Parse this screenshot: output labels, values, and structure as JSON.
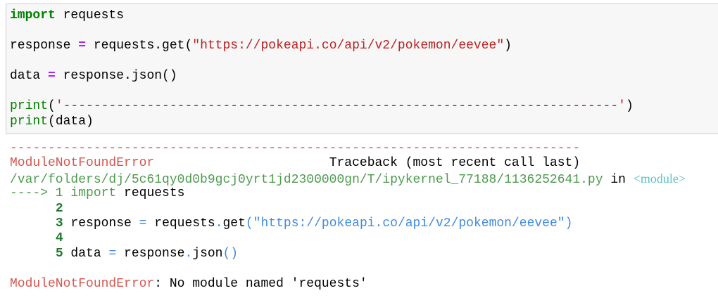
{
  "code_cell": {
    "lines": {
      "l1": {
        "keyword": "import",
        "rest": " requests"
      },
      "l3": {
        "lhs": "response ",
        "op": "=",
        "call": " requests.get(",
        "string": "\"https://pokeapi.co/api/v2/pokemon/eevee\"",
        "close": ")"
      },
      "l5": {
        "lhs": "data ",
        "op": "=",
        "call": " response.json()"
      },
      "l7": {
        "func": "print",
        "open": "(",
        "string": "'-------------------------------------------------------------------------'",
        "close": ")"
      },
      "l8": {
        "func": "print",
        "rest": "(data)"
      }
    }
  },
  "output": {
    "separator": "---------------------------------------------------------------------------",
    "header": {
      "error_name": "ModuleNotFoundError",
      "spacer": "                       ",
      "traceback_label": "Traceback (most recent call last)"
    },
    "location": {
      "path": "/var/folders/dj/5c61qy0d0b9gcj0yrt1jd2300000gn/T/ipykernel_77188/1136252641.py",
      "in_word": " in ",
      "scope": "<module>"
    },
    "frames": [
      {
        "prefix": "----> 1 ",
        "keyword": "import",
        "rest": " requests"
      },
      {
        "num": "2"
      },
      {
        "num": "3",
        "lhs": " response ",
        "op": "=",
        "obj": " requests",
        "dot": ".",
        "attr": "get",
        "paren": "(",
        "string": "\"https://pokeapi.co/api/v2/pokemon/eevee\"",
        "close": ")"
      },
      {
        "num": "4"
      },
      {
        "num": "5",
        "lhs": " data ",
        "op": "=",
        "obj": " response",
        "dot": ".",
        "attr": "json",
        "paren": "()"
      }
    ],
    "final_error": {
      "name": "ModuleNotFoundError",
      "message": ": No module named 'requests'"
    },
    "indent": "      "
  },
  "colors": {
    "cell_background": "#f7f7f7",
    "cell_border": "#cfcfcf",
    "keyword": "#008000",
    "operator": "#AA22FF",
    "string": "#BA2121",
    "error_red": "#d4574f",
    "path_green": "#4e9a4e",
    "line_number_green": "#1f7a30",
    "ansi_blue": "#3f8ae0",
    "ansi_cyan": "#5fbfc4"
  }
}
